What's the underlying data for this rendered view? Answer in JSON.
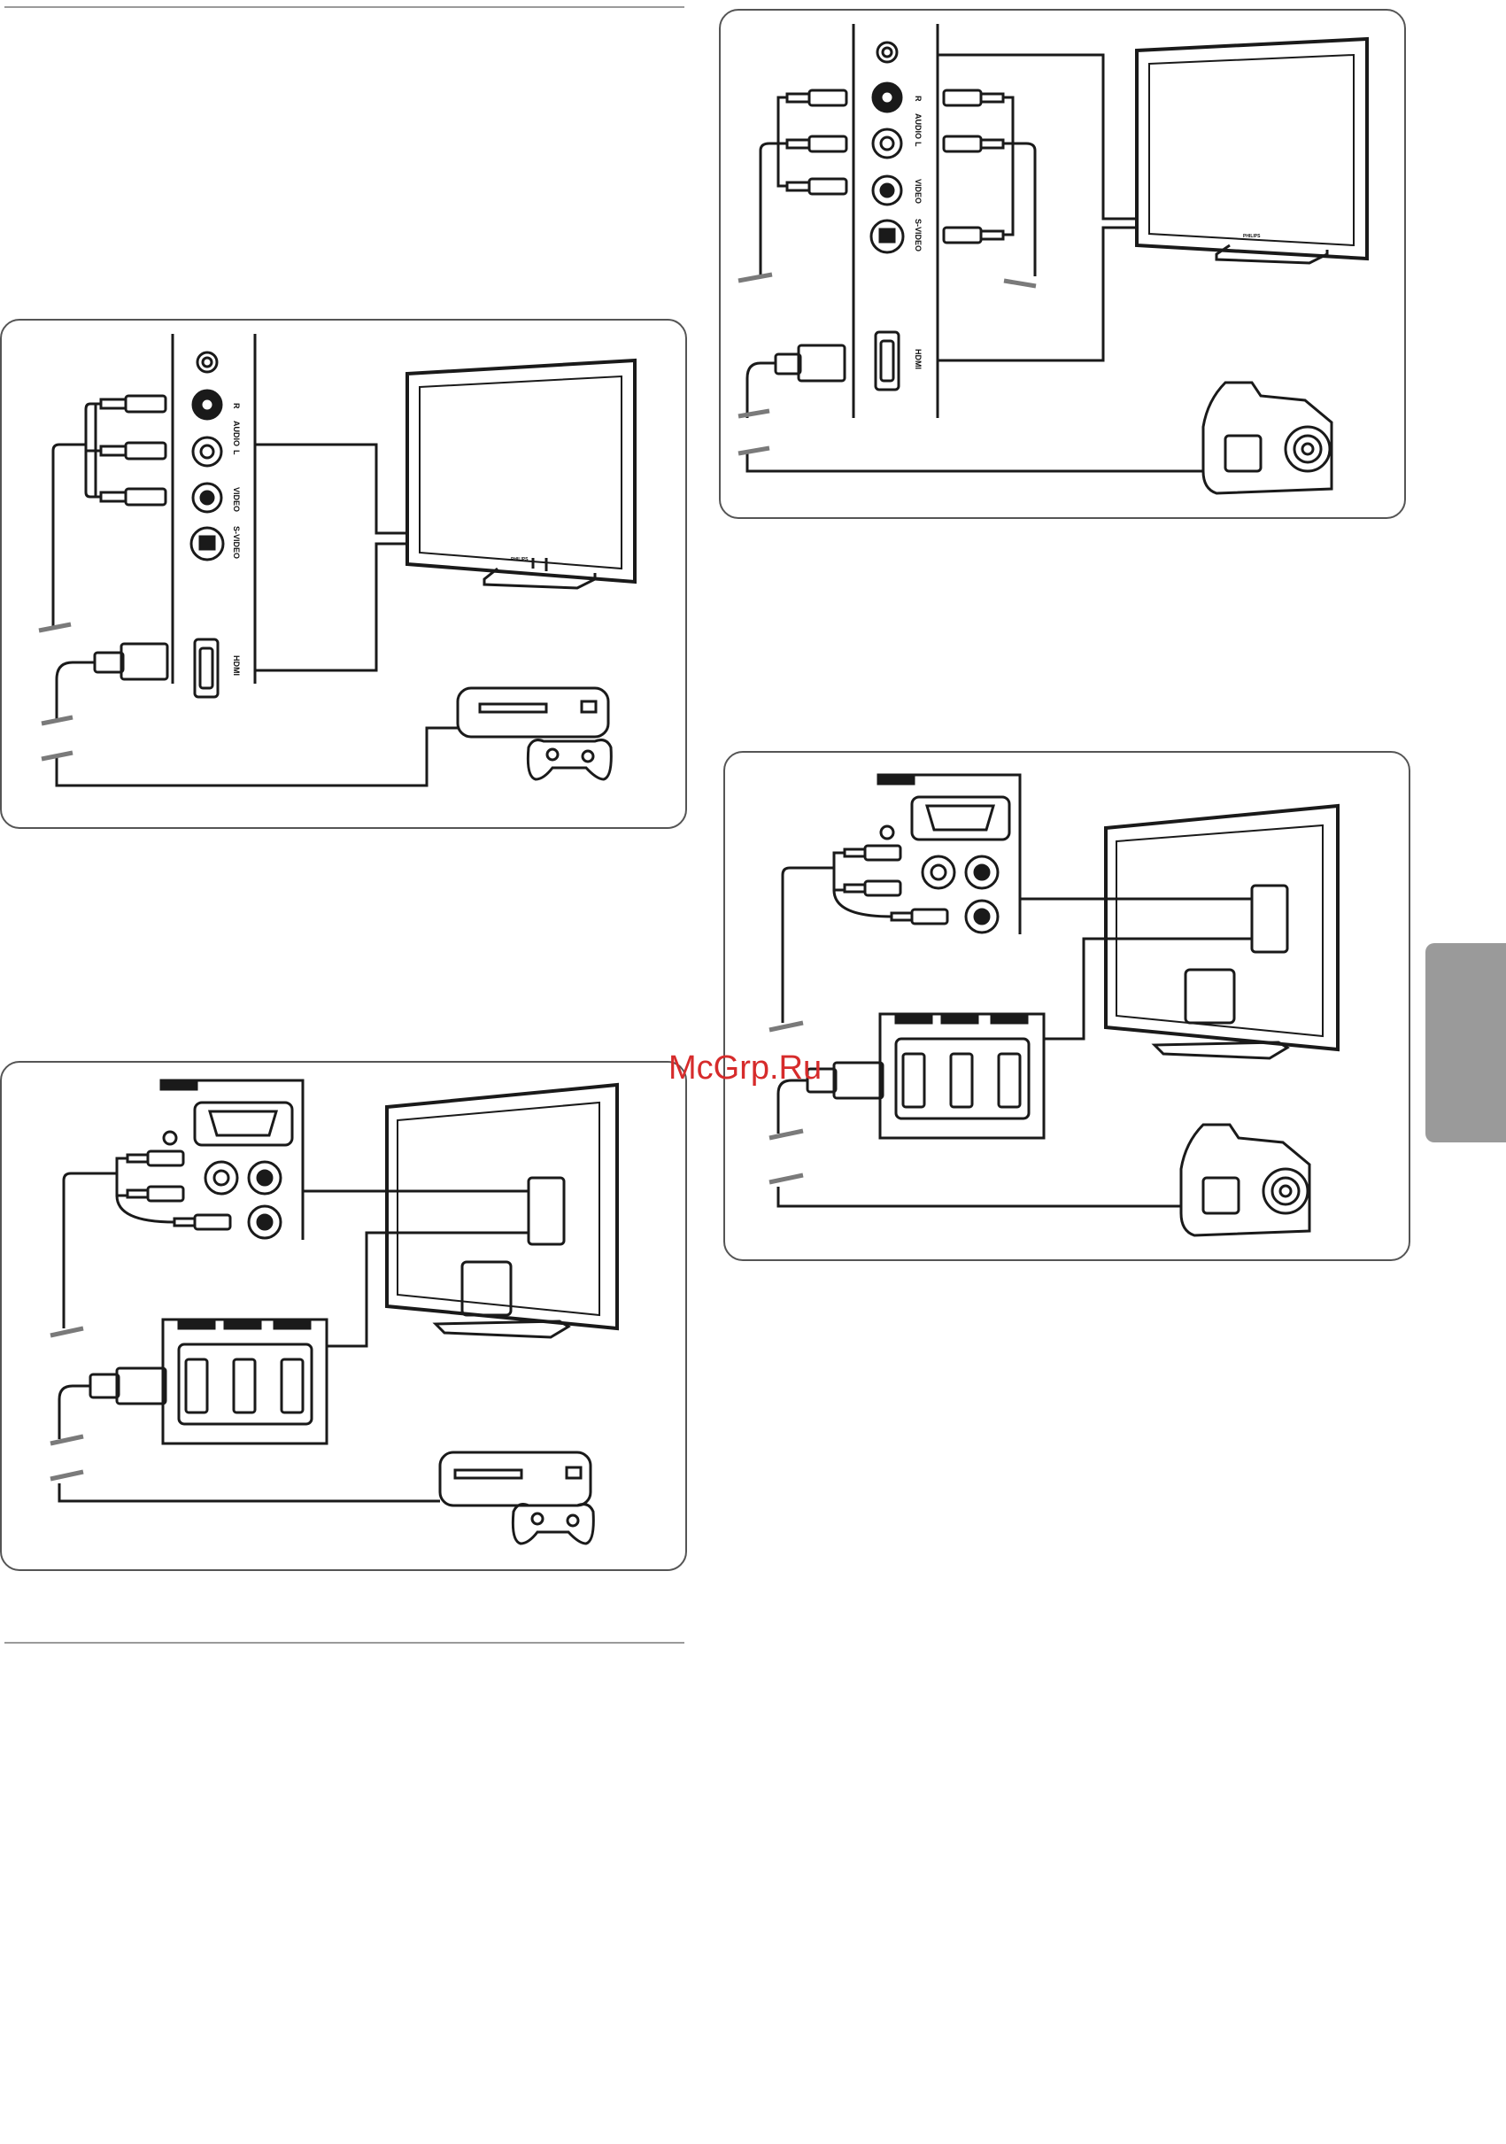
{
  "watermark": "McGrp.Ru",
  "connector_labels": {
    "audio_r": "R",
    "audio": "AUDIO",
    "audio_l": "L",
    "video": "VIDEO",
    "s_video": "S-VIDEO",
    "hdmi": "HDMI"
  },
  "tv_brand": "PHILIPS",
  "diagrams": [
    {
      "id": "side-panel-game-console",
      "device": "game console"
    },
    {
      "id": "side-panel-camcorder",
      "device": "camcorder"
    },
    {
      "id": "rear-panel-game-console",
      "device": "game console"
    },
    {
      "id": "rear-panel-camcorder",
      "device": "camcorder"
    }
  ],
  "colors": {
    "line": "#1a1a1a",
    "rule": "#9a9a9a",
    "tab": "#9a9a9a",
    "watermark": "#d62b2b"
  }
}
